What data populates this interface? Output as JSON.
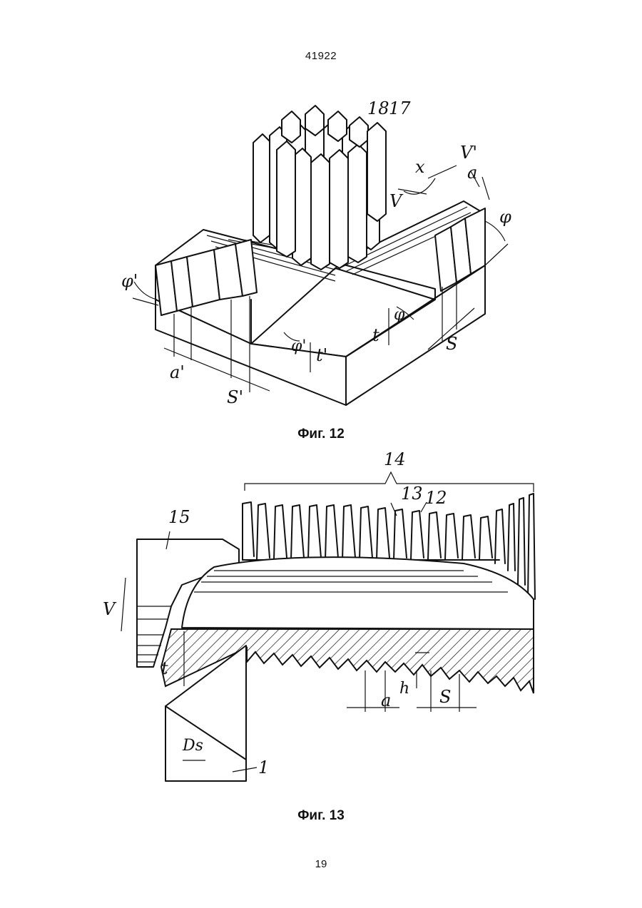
{
  "header": {
    "doc_number": "41922"
  },
  "figure12": {
    "caption": "Фиг. 12",
    "labels": {
      "n18": "18",
      "n17": "17",
      "x": "x",
      "v": "V",
      "v_prime": "V'",
      "a": "a",
      "phi": "φ",
      "phi_prime": "φ'",
      "phi_prime_inner": "φ'",
      "phi_inner": "φ",
      "t": "t",
      "t_prime": "t'",
      "s": "S",
      "a_prime": "a'",
      "s_prime": "S'"
    }
  },
  "figure13": {
    "caption": "Фиг. 13",
    "labels": {
      "n14": "14",
      "n13": "13",
      "n12": "12",
      "n15": "15",
      "v": "V",
      "t": "t",
      "a": "a",
      "h": "h",
      "s": "S",
      "ds": "Ds",
      "n1": "1"
    }
  },
  "footer": {
    "page_number": "19"
  }
}
